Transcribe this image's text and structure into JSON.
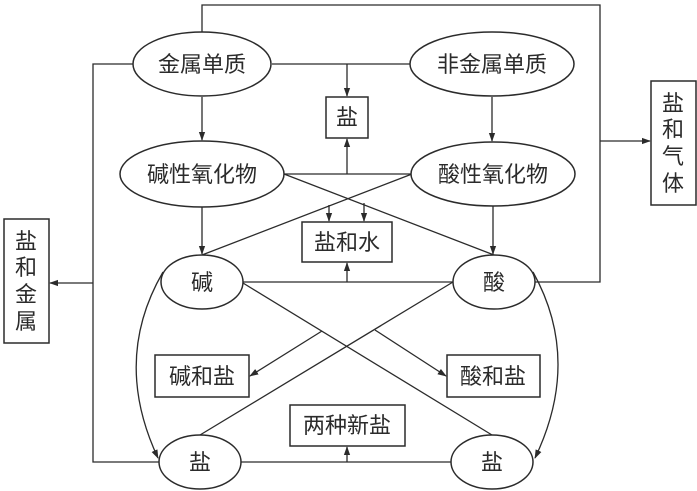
{
  "diagram": {
    "title": "",
    "colors": {
      "stroke": "#2b2b2b",
      "background": "#ffffff"
    },
    "nodes": {
      "metal": {
        "label": "金属单质",
        "shape": "ellipse"
      },
      "nonmetal": {
        "label": "非金属单质",
        "shape": "ellipse"
      },
      "basic_oxide": {
        "label": "碱性氧化物",
        "shape": "ellipse"
      },
      "acidic_oxide": {
        "label": "酸性氧化物",
        "shape": "ellipse"
      },
      "base": {
        "label": "碱",
        "shape": "ellipse"
      },
      "acid": {
        "label": "酸",
        "shape": "ellipse"
      },
      "salt_left": {
        "label": "盐",
        "shape": "ellipse"
      },
      "salt_right": {
        "label": "盐",
        "shape": "ellipse"
      },
      "salt_top": {
        "label": "盐",
        "shape": "box"
      },
      "salt_water": {
        "label": "盐和水",
        "shape": "box"
      },
      "base_salt": {
        "label": "碱和盐",
        "shape": "box"
      },
      "acid_salt": {
        "label": "酸和盐",
        "shape": "box"
      },
      "two_new_salts": {
        "label": "两种新盐",
        "shape": "box"
      },
      "salt_metal": {
        "label": "盐和金属",
        "shape": "box",
        "orientation": "vertical",
        "chars": [
          "盐",
          "和",
          "金",
          "属"
        ]
      },
      "salt_gas": {
        "label": "盐和气体",
        "shape": "box",
        "orientation": "vertical",
        "chars": [
          "盐",
          "和",
          "气",
          "体"
        ]
      }
    },
    "edges": [
      {
        "from": "metal",
        "to": "basic_oxide"
      },
      {
        "from": "nonmetal",
        "to": "acidic_oxide"
      },
      {
        "from": [
          "metal",
          "nonmetal"
        ],
        "to": "salt_top"
      },
      {
        "from": [
          "basic_oxide",
          "acidic_oxide"
        ],
        "to": "salt_top"
      },
      {
        "from": [
          "basic_oxide",
          "acid"
        ],
        "to": "salt_water"
      },
      {
        "from": [
          "acidic_oxide",
          "base"
        ],
        "to": "salt_water"
      },
      {
        "from": [
          "base",
          "acid"
        ],
        "to": "salt_water"
      },
      {
        "from": "basic_oxide",
        "to": "base"
      },
      {
        "from": "acidic_oxide",
        "to": "acid"
      },
      {
        "from": [
          "metal",
          "acid"
        ],
        "to": "salt_gas"
      },
      {
        "from": [
          "metal",
          "salt_left"
        ],
        "to": "salt_metal"
      },
      {
        "from": [
          "base",
          "salt_right"
        ],
        "to": "base_salt"
      },
      {
        "from": [
          "acid",
          "salt_left"
        ],
        "to": "acid_salt"
      },
      {
        "from": [
          "salt_left",
          "salt_right"
        ],
        "to": "two_new_salts"
      },
      {
        "from": "base",
        "to": "salt_left"
      },
      {
        "from": "acid",
        "to": "salt_right"
      }
    ]
  }
}
